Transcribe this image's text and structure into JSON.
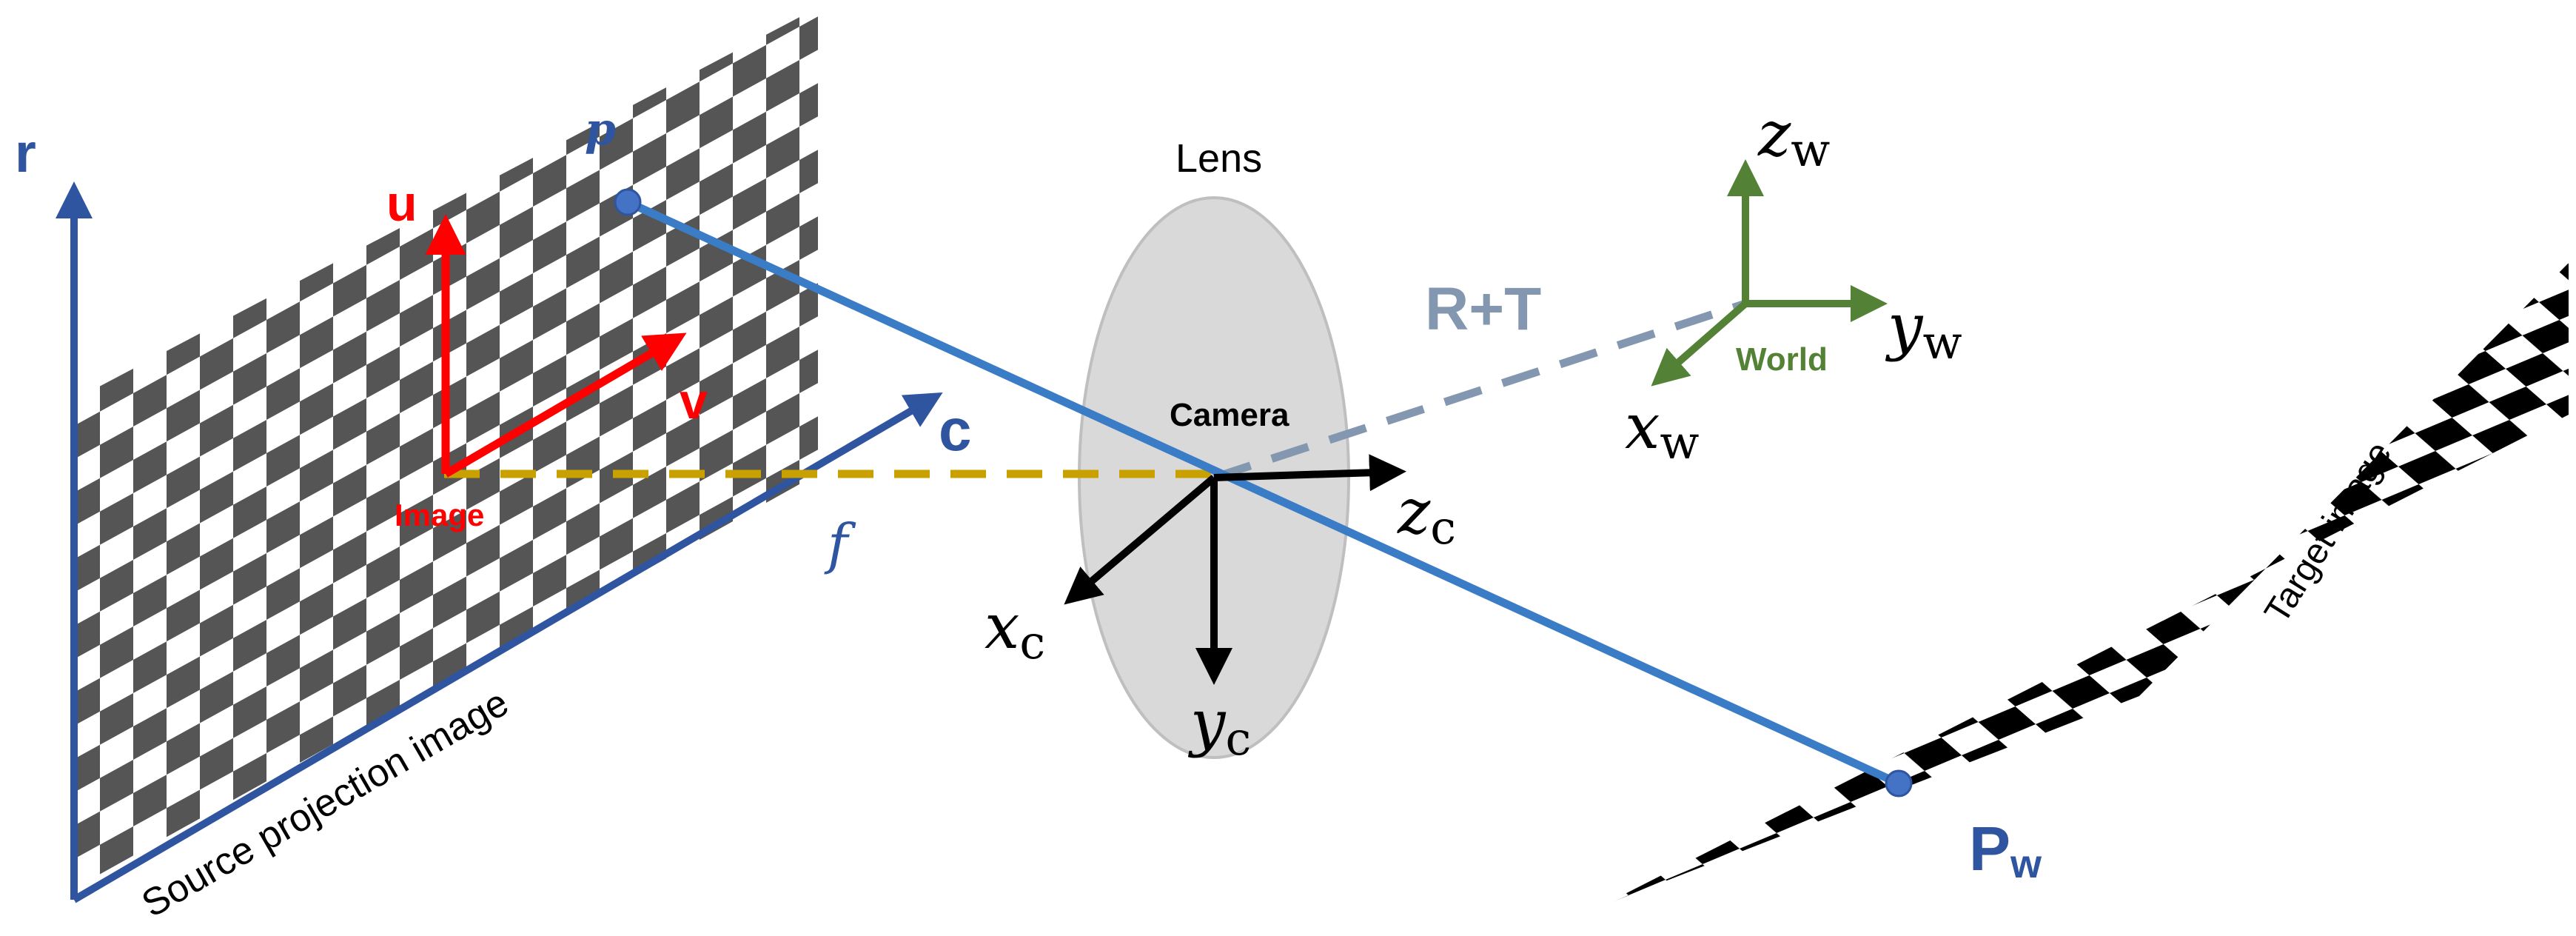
{
  "labels": {
    "r_axis": "r",
    "c_axis": "c",
    "f_label": "f",
    "u_axis": "u",
    "v_axis": "v",
    "image_label": "Image",
    "p_point": "p",
    "source_caption": "Source  projection image",
    "lens": "Lens",
    "camera": "Camera",
    "xc": "x",
    "yc": "y",
    "zc": "z",
    "c_sub": "c",
    "rt": "R+T",
    "world": "World",
    "xw": "x",
    "yw": "y",
    "zw": "z",
    "w_sub": "w",
    "target_caption": "Target image",
    "pw_main": "P",
    "pw_sub": "w"
  },
  "colors": {
    "blue_axis": "#2f55a0",
    "ray_blue": "#3a7cc6",
    "red": "#ff0000",
    "gold": "#c8a000",
    "green": "#538135",
    "rt_gray": "#8497b0",
    "lens_fill": "#d9d9d9",
    "checker_dark": "#555555",
    "black": "#000000"
  },
  "icons": {
    "source_board": "checkerboard-pattern",
    "target_board": "checkerboard-pattern",
    "lens": "ellipse-lens"
  }
}
